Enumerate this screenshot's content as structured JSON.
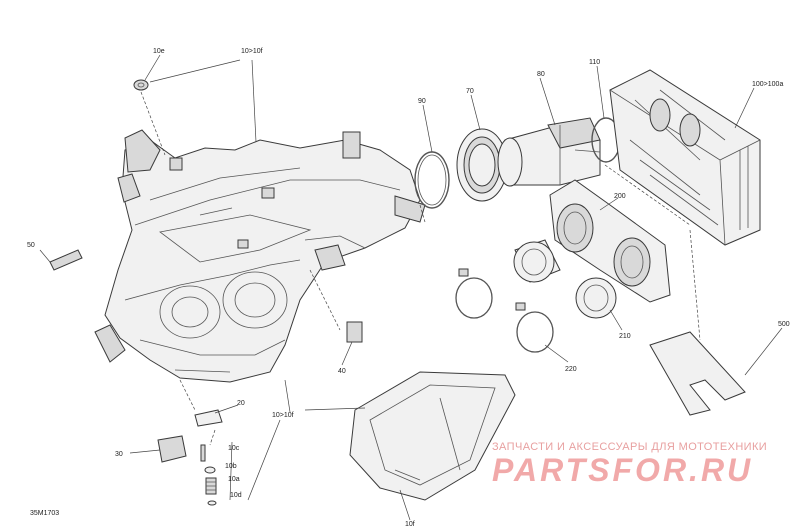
{
  "diagram": {
    "drawing_code": "35M1703",
    "callouts": {
      "c10e": "10e",
      "c10_10f_top": "10>10f",
      "c90": "90",
      "c70": "70",
      "c80": "80",
      "c110": "110",
      "c100": "100>100a",
      "c50": "50",
      "c200": "200",
      "c210": "210",
      "c220": "220",
      "c40": "40",
      "c500": "500",
      "c20": "20",
      "c10_10f_bottom": "10>10f",
      "c30": "30",
      "c10c": "10c",
      "c10b": "10b",
      "c10a": "10a",
      "c10d": "10d",
      "c10f": "10f"
    }
  },
  "watermark": {
    "line1": "ЗАПЧАСТИ И АКСЕССУАРЫ ДЛЯ МОТОТЕХНИКИ",
    "line2": "PARTSFOR.RU",
    "color": "#f1a9a9"
  }
}
